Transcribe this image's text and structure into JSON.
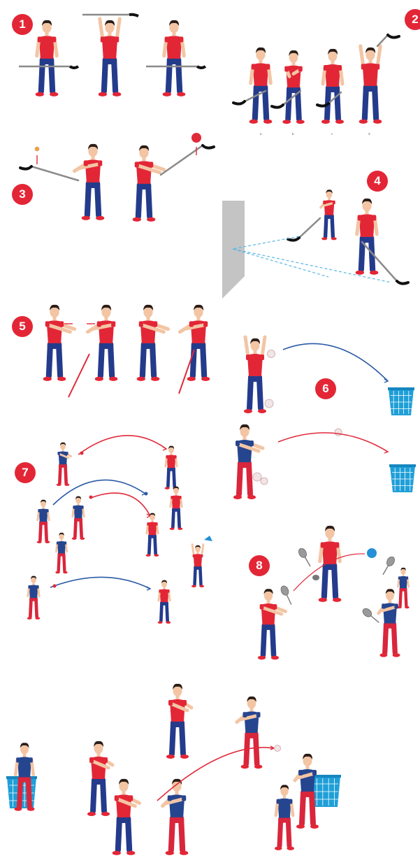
{
  "colors": {
    "badge": "#e32636",
    "shirt_red": "#e32636",
    "pants_blue": "#243b8c",
    "shirt_blue": "#26458f",
    "pants_red": "#d9263c",
    "skin": "#f3c5a4",
    "hair": "#2b1d17",
    "stick": "#8a8a8a",
    "blade": "#111111",
    "wall": "#cfcfcf",
    "basket": "#1f9fd8",
    "arc_blue": "#2b5aa6",
    "arc_red": "#e02a3a",
    "dash": "#58b8e6",
    "ball_blue": "#2490d8"
  },
  "drills": [
    {
      "number": "1"
    },
    {
      "number": "2"
    },
    {
      "number": "3"
    },
    {
      "number": "4"
    },
    {
      "number": "5"
    },
    {
      "number": "6"
    },
    {
      "number": "7"
    },
    {
      "number": "8"
    }
  ],
  "sequence_labels": [
    "a",
    "b",
    "c",
    "d"
  ]
}
